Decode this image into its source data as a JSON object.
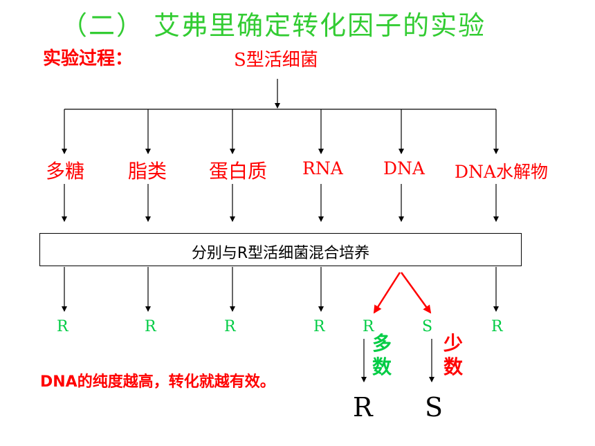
{
  "title": "（二） 艾弗里确定转化因子的实验",
  "process_label": "实验过程：",
  "source": "S型活细菌",
  "components": [
    "多糖",
    "脂类",
    "蛋白质",
    "RNA",
    "DNA",
    "DNA水解物"
  ],
  "mix_label": "分别与R型活细菌混合培养",
  "results": [
    "R",
    "R",
    "R",
    "R",
    "R",
    "S",
    "R"
  ],
  "many_label": "多数",
  "few_label": "少数",
  "final_left": "R",
  "final_right": "S",
  "conclusion": "DNA的纯度越高，转化就越有效。",
  "colors": {
    "title": "#33cc33",
    "accent": "#ff0000",
    "result": "#00cc44"
  }
}
